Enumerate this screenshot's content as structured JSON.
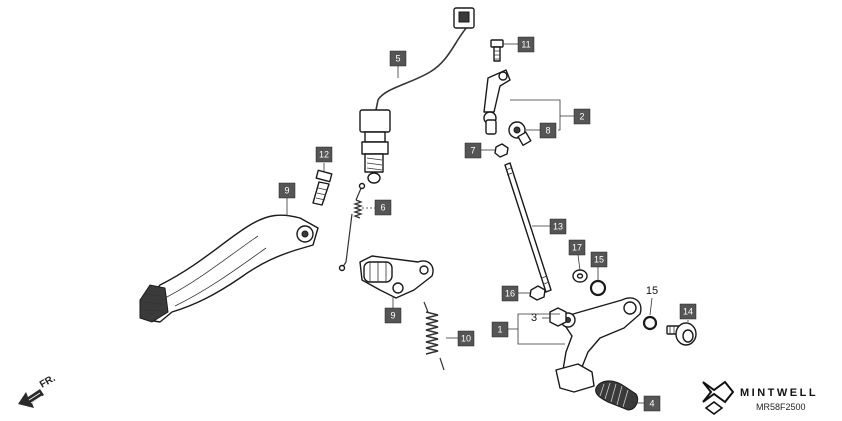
{
  "callouts": {
    "c1": "1",
    "c2": "2",
    "c3": "3",
    "c4": "4",
    "c5": "5",
    "c6": "6",
    "c7": "7",
    "c8": "8",
    "c9": "9",
    "c10": "10",
    "c11": "11",
    "c12": "12",
    "c13": "13",
    "c14": "14",
    "c15a": "15",
    "c15b": "15",
    "c16": "16",
    "c17": "17",
    "c9b": "9"
  },
  "front_label": "FR.",
  "brand": "MINTWELL",
  "diagram_code": "MR58F2500",
  "colors": {
    "callout_box": "#555555",
    "ink": "#1a1a1a"
  }
}
